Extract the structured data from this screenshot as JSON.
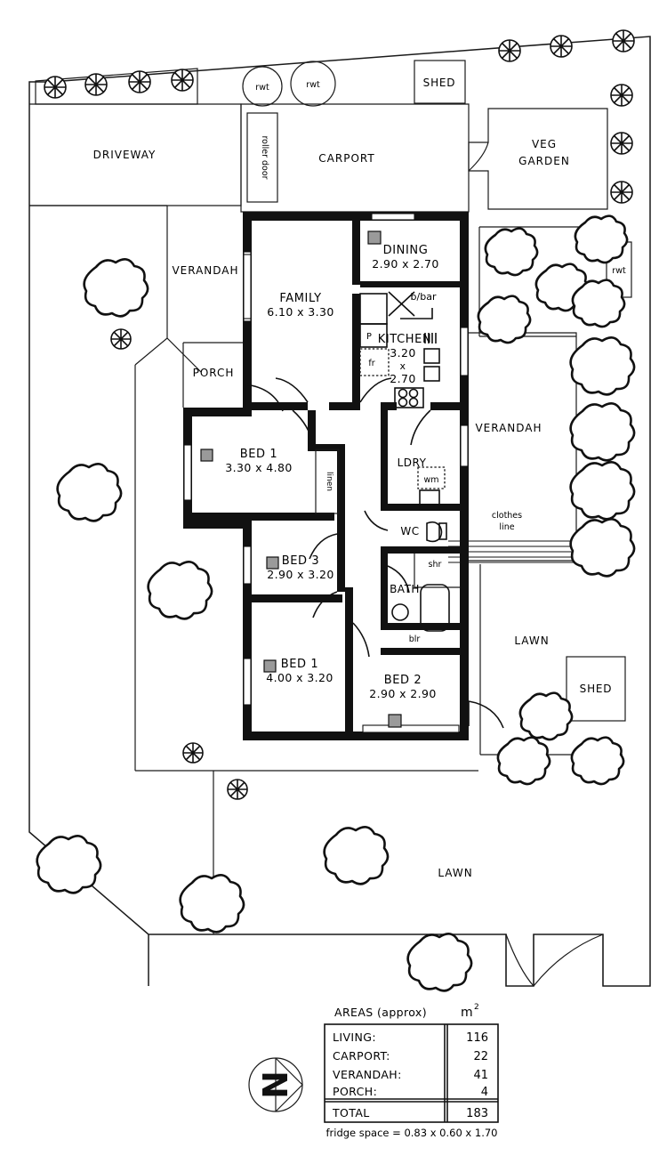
{
  "document": {
    "type": "residential-floor-plan",
    "title": "House Floor Plan and Site Plan"
  },
  "rooms": [
    {
      "key": "family",
      "name": "FAMILY",
      "dimensions": "6.10 x 3.30"
    },
    {
      "key": "dining",
      "name": "DINING",
      "dimensions": "2.90 x 2.70"
    },
    {
      "key": "kitchen",
      "name": "KITCHEN",
      "dim_l1": "3.20",
      "dim_x": "x",
      "dim_l2": "2.70"
    },
    {
      "key": "bed1a",
      "name": "BED 1",
      "dimensions": "3.30 x 4.80"
    },
    {
      "key": "bed3",
      "name": "BED 3",
      "dimensions": "2.90 x 3.20"
    },
    {
      "key": "bed1b",
      "name": "BED 1",
      "dimensions": "4.00 x 3.20"
    },
    {
      "key": "bed2",
      "name": "BED 2",
      "dimensions": "2.90 x 2.90"
    }
  ],
  "service_spaces": [
    {
      "key": "ldry",
      "label": "LDRY"
    },
    {
      "key": "bath",
      "label": "BATH"
    },
    {
      "key": "wc",
      "label": "WC"
    },
    {
      "key": "porch",
      "label": "PORCH"
    },
    {
      "key": "verandah_west",
      "label": "VERANDAH"
    },
    {
      "key": "verandah_east",
      "label": "VERANDAH"
    }
  ],
  "fixtures": [
    {
      "key": "bbar",
      "label": "b/bar"
    },
    {
      "key": "pantry",
      "label": "P"
    },
    {
      "key": "fridge",
      "label": "fr"
    },
    {
      "key": "washing_machine",
      "label": "wm"
    },
    {
      "key": "shower",
      "label": "shr"
    },
    {
      "key": "boiler",
      "label": "blr"
    },
    {
      "key": "linen",
      "label": "linen"
    }
  ],
  "site": {
    "driveway": "DRIVEWAY",
    "carport": "CARPORT",
    "roller_door": "roller door",
    "veg_garden_l1": "VEG",
    "veg_garden_l2": "GARDEN",
    "shed_north": "SHED",
    "shed_south": "SHED",
    "lawn_east": "LAWN",
    "lawn_south": "LAWN",
    "clothes_line_l1": "clothes",
    "clothes_line_l2": "line",
    "rain_water_tanks": [
      {
        "key": "rwt-1",
        "label": "rwt"
      },
      {
        "key": "rwt-2",
        "label": "rwt"
      },
      {
        "key": "rwt-3",
        "label": "rwt"
      }
    ]
  },
  "compass": {
    "label": "N"
  },
  "areas_table": {
    "title": "AREAS (approx)",
    "unit": "m",
    "unit_exponent": "2",
    "rows": [
      {
        "label": "LIVING:",
        "value": "116"
      },
      {
        "label": "CARPORT:",
        "value": "22"
      },
      {
        "label": "VERANDAH:",
        "value": "41"
      },
      {
        "label": "PORCH:",
        "value": "4"
      }
    ],
    "total": {
      "label": "TOTAL",
      "value": "183"
    }
  },
  "footnote": "fridge space = 0.83 x 0.60 x 1.70",
  "colors": {
    "ink": "#111111",
    "paper": "#ffffff",
    "outlet": "#9a9a9a"
  }
}
